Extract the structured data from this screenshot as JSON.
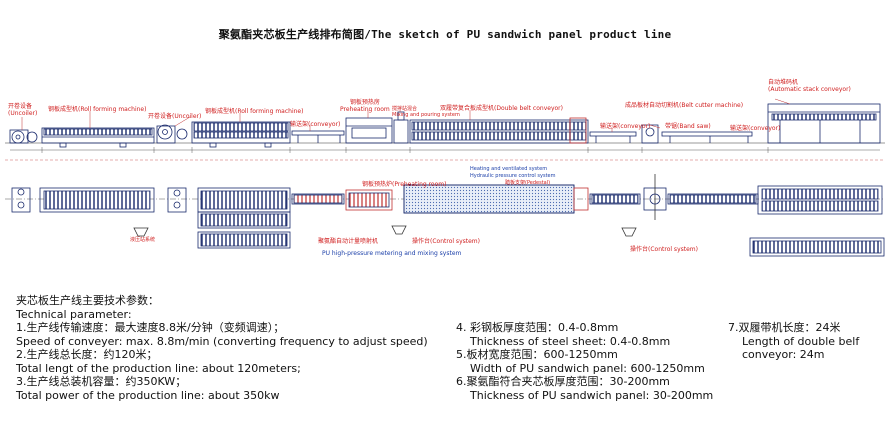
{
  "title": "聚氨酯夹芯板生产线排布简图/The sketch of PU sandwich panel product line",
  "labels": {
    "uncoiler1": "开卷设备\n(Uncoiler)",
    "rollform1": "钢板成型机(Roll forming machine)",
    "uncoiler2": "开卷设备(Uncoiler)",
    "rollform2": "钢板成型机(Roll forming machine)",
    "conveyor1": "输送架(conveyor)",
    "preheat": "钢板预热房\nPreheating room",
    "mixing": "搅拌站混合\nMixing and pouring system",
    "doublebelt": "双履带复合板成型机(Double belt conveyor)",
    "beltcutter": "成品板材自动切割机(Belt cutter machine)",
    "stacker": "自动堆码机\n(Automatic stack conveyor)",
    "conveyor2": "输送架(conveyor)",
    "bandsaw": "带锯(Band saw)",
    "conveyor3": "输送架(conveyor)",
    "preheat2": "钢板预热炉(Preheating room)",
    "heating": "Heating and ventilated system",
    "hydraulic": "Hydraulic pressure control system",
    "pedestal": "踏板支架(Pedestal)",
    "pu_motor": "聚氨酯自动计量喷射机",
    "pu_motor_en": "PU high-pressure metering and mixing system",
    "control1": "操作台(Control system)",
    "control2": "操作台(Control system)",
    "watertank": "液压站系统"
  },
  "params": {
    "heading_cn": "夹芯板生产线主要技术参数：",
    "heading_en": "Technical parameter:",
    "p1_cn": "1.生产线传输速度：最大速度8.8米/分钟（变频调速）；",
    "p1_en": "Speed of conveyer: max. 8.8m/min (converting frequency to adjust speed)",
    "p2_cn": "2.生产线总长度：约120米；",
    "p2_en": "Total lengt of the production line: about 120meters;",
    "p3_cn": "3.生产线总装机容量：约350KW；",
    "p3_en": "Total power of the production line: about 350kw",
    "p4_cn": "4.  彩钢板厚度范围：0.4-0.8mm",
    "p4_en": "Thickness of steel sheet: 0.4-0.8mm",
    "p5_cn": "5.板材宽度范围：600-1250mm",
    "p5_en": "Width of PU sandwich panel: 600-1250mm",
    "p6_cn": "6.聚氨酯符合夹芯板厚度范围：30-200mm",
    "p6_en": "Thickness of PU sandwich panel: 30-200mm",
    "p7_cn": "7.双履带机长度：24米",
    "p7_en1": "Length of double belf",
    "p7_en2": "conveyor: 24m"
  },
  "colors": {
    "machine": "#1a2a6c",
    "red_label": "#d02020",
    "blue_label": "#1a3ea8",
    "accent": "#2f7a2f"
  }
}
